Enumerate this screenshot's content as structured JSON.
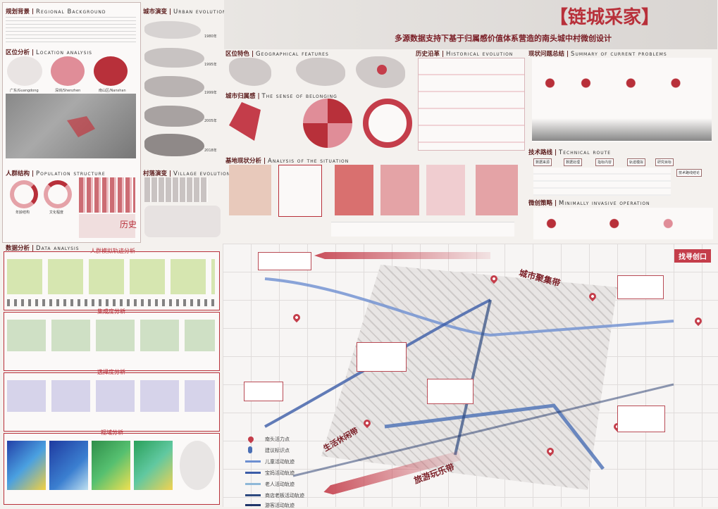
{
  "title": {
    "main": "【链城采家】",
    "subtitle": "多源数据支持下基于归属感价值体系营造的南头城中村微创设计"
  },
  "sections": {
    "background": {
      "label": "规划背景",
      "en": "Regional Background"
    },
    "urban_evo": {
      "label": "城市演变",
      "en": "Urban evolution"
    },
    "location": {
      "label": "区位分析",
      "en": "Location analysis"
    },
    "features": {
      "label": "区位特色",
      "en": "Geographical features"
    },
    "history": {
      "label": "历史沿革",
      "en": "Historical evolution"
    },
    "problems": {
      "label": "现状问题总结",
      "en": "Summary of current problems"
    },
    "belonging": {
      "label": "城市归属感",
      "en": "The sense of belonging"
    },
    "population": {
      "label": "人群结构",
      "en": "Population structure"
    },
    "village_evo": {
      "label": "村落演变",
      "en": "Village evolution"
    },
    "situation": {
      "label": "基地现状分析",
      "en": "Analysis of the situation"
    },
    "technical": {
      "label": "技术路线",
      "en": "Technical route"
    },
    "operation": {
      "label": "微创策略",
      "en": "Minimally invasive operation"
    },
    "data": {
      "label": "数据分析",
      "en": "Data analysis"
    }
  },
  "location_maps": [
    "广东/Guangdong",
    "深圳/Shenzhen",
    "南山区/Nanshan"
  ],
  "urban_years": [
    "1980年",
    "1995年",
    "1999年",
    "2005年",
    "2018年"
  ],
  "data_analysis": {
    "crowd": "人群模拟轨迹分析",
    "cluster": "集成度分析",
    "choice": "选择度分析",
    "view": "视域分析"
  },
  "main_map": {
    "find_entry": "找寻创口",
    "band_city": "城市聚集带",
    "band_tour": "旅游玩乐带",
    "band_life": "生活休闲带"
  },
  "legend": {
    "items": [
      {
        "label": "南头活力点",
        "color": "#c43d4a",
        "kind": "pin"
      },
      {
        "label": "建议标识点",
        "color": "#4a6fb5",
        "kind": "person"
      },
      {
        "label": "儿童活动轨迹",
        "color": "#6d8fd1",
        "kind": "line"
      },
      {
        "label": "宝妈活动轨迹",
        "color": "#3b5ca8",
        "kind": "line"
      },
      {
        "label": "老人活动轨迹",
        "color": "#8fb8d8",
        "kind": "line"
      },
      {
        "label": "商店老板活动轨迹",
        "color": "#2e4a80",
        "kind": "line"
      },
      {
        "label": "游客活动轨迹",
        "color": "#1f356a",
        "kind": "line"
      }
    ]
  },
  "technical_route": {
    "boxes": [
      "数据来源",
      "数据处理",
      "指标内容",
      "轨迹模拟",
      "研究目标",
      "技术路线结论"
    ]
  },
  "population": {
    "left_ring": "年龄结构",
    "right_ring": "文化程度"
  },
  "history_word": "历史",
  "colors": {
    "accent": "#b8303a",
    "pink": "#e5a2a8",
    "route": "#4a6fb5"
  }
}
